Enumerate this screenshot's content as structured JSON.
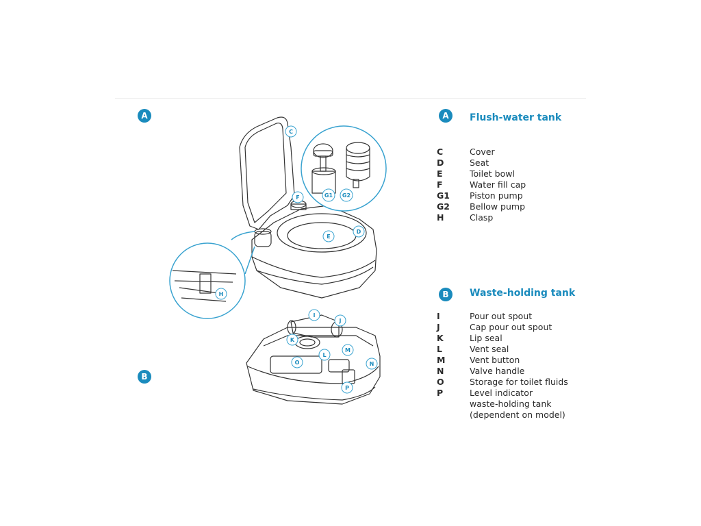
{
  "sections": {
    "A": {
      "badge": "A",
      "title": "Flush-water tank"
    },
    "B": {
      "badge": "B",
      "title": "Waste-holding tank"
    }
  },
  "legend_a": [
    {
      "code": "C",
      "text": "Cover"
    },
    {
      "code": "D",
      "text": "Seat"
    },
    {
      "code": "E",
      "text": "Toilet bowl"
    },
    {
      "code": "F",
      "text": "Water fill cap"
    },
    {
      "code": "G1",
      "text": "Piston pump"
    },
    {
      "code": "G2",
      "text": "Bellow pump"
    },
    {
      "code": "H",
      "text": "Clasp"
    }
  ],
  "legend_b": [
    {
      "code": "I",
      "text": "Pour out spout"
    },
    {
      "code": "J",
      "text": "Cap pour out spout"
    },
    {
      "code": "K",
      "text": "Lip seal"
    },
    {
      "code": "L",
      "text": "Vent seal"
    },
    {
      "code": "M",
      "text": "Vent button"
    },
    {
      "code": "N",
      "text": "Valve handle"
    },
    {
      "code": "O",
      "text": "Storage for toilet fluids"
    },
    {
      "code": "P",
      "text": "Level indicator"
    },
    {
      "code": "",
      "text": "waste-holding tank"
    },
    {
      "code": "",
      "text": "(dependent on model)"
    }
  ],
  "diagram_labels": {
    "badge_a": "A",
    "badge_b": "B",
    "C": "C",
    "D": "D",
    "E": "E",
    "F": "F",
    "G1": "G1",
    "G2": "G2",
    "H": "H",
    "I": "I",
    "J": "J",
    "K": "K",
    "L": "L",
    "M": "M",
    "N": "N",
    "O": "O",
    "P": "P"
  },
  "colors": {
    "accent": "#1a8bbd",
    "line": "#3aa3d0",
    "drawing": "#333333"
  }
}
